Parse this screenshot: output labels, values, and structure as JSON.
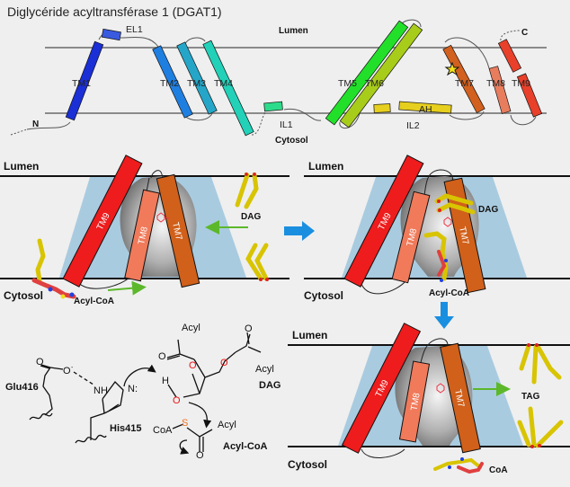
{
  "title": "Diglycéride acyltransférase 1 (DGAT1)",
  "topology": {
    "lumen_label": "Lumen",
    "cytosol_label": "Cytosol",
    "n_term": "N",
    "c_term": "C",
    "loops": {
      "el1": "EL1",
      "il1": "IL1",
      "il2": "IL2",
      "ah": "AH"
    },
    "helices": [
      {
        "label": "TM1",
        "color": "#1a2fd6"
      },
      {
        "label": "TM2",
        "color": "#1f7fe0"
      },
      {
        "label": "TM3",
        "color": "#25a6c8"
      },
      {
        "label": "TM4",
        "color": "#22d1b8"
      },
      {
        "label": "TM5",
        "color": "#22e02a"
      },
      {
        "label": "TM6",
        "color": "#a8cc1a"
      },
      {
        "label": "TM7",
        "color": "#d2601e"
      },
      {
        "label": "TM8",
        "color": "#e87d5e"
      },
      {
        "label": "TM9",
        "color": "#e8402a"
      }
    ]
  },
  "panel_a": {
    "lumen": "Lumen",
    "cytosol": "Cytosol",
    "tm9": "TM9",
    "tm8": "TM8",
    "tm7": "TM7",
    "dag": "DAG",
    "acyl_coa": "Acyl-CoA"
  },
  "panel_b": {
    "lumen": "Lumen",
    "cytosol": "Cytosol",
    "tm9": "TM9",
    "tm8": "TM8",
    "tm7": "TM7",
    "dag": "DAG",
    "acyl_coa": "Acyl-CoA"
  },
  "panel_c": {
    "lumen": "Lumen",
    "cytosol": "Cytosol",
    "tm9": "TM9",
    "tm8": "TM8",
    "tm7": "TM7",
    "tag": "TAG",
    "coa": "CoA"
  },
  "mechanism": {
    "glu": "Glu416",
    "his": "His415",
    "nh": "NH",
    "n": "N:",
    "o_minus": "O",
    "o": "O",
    "h": "H",
    "acyl1": "Acyl",
    "acyl2": "Acyl",
    "acyl3": "Acyl",
    "dag": "DAG",
    "coa": "CoA",
    "s": "S",
    "acyl_coa": "Acyl-CoA"
  },
  "colors": {
    "membrane_top": "#8a8a8a",
    "bilayer_line": "#111111",
    "channel": "#a9cbe0",
    "flow_arrow": "#1a8fe0",
    "green_arrow": "#5cb82a",
    "tm9": "#ee1c1c",
    "tm8": "#f07a5a",
    "tm7": "#d0601a"
  }
}
